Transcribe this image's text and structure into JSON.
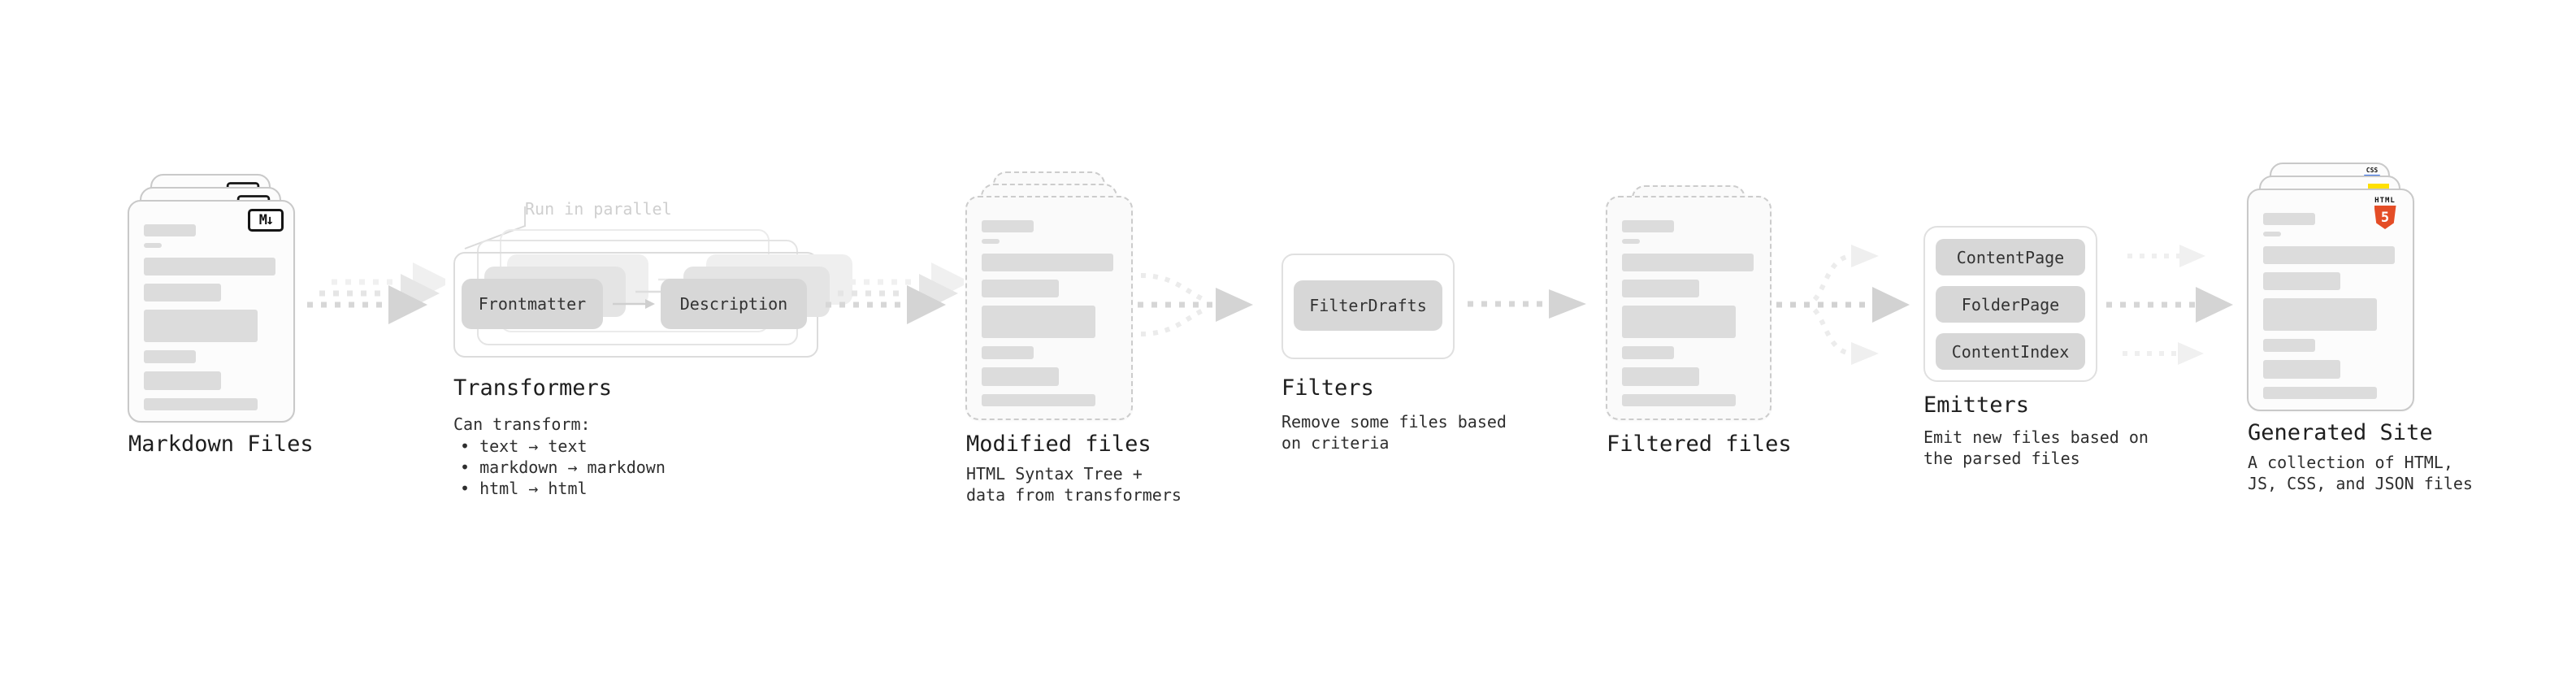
{
  "pipeline": {
    "markdown": {
      "title": "Markdown Files",
      "badge": "M↓"
    },
    "transformers": {
      "callout": "Run in parallel",
      "pill_left": "Frontmatter",
      "pill_right": "Description",
      "title": "Transformers",
      "subtitle": "Can transform:",
      "bullets": [
        "• text → text",
        "• markdown → markdown",
        "• html → html"
      ]
    },
    "modified": {
      "title": "Modified files",
      "description": "HTML Syntax Tree +\ndata from transformers"
    },
    "filters": {
      "pill": "FilterDrafts",
      "title": "Filters",
      "description": "Remove some files based\non criteria"
    },
    "filtered": {
      "title": "Filtered files"
    },
    "emitters": {
      "pills": [
        "ContentPage",
        "FolderPage",
        "ContentIndex"
      ],
      "title": "Emitters",
      "description": "Emit new files based on\nthe parsed files"
    },
    "generated": {
      "title": "Generated Site",
      "description": "A collection of HTML,\nJS, CSS, and JSON files",
      "badges": {
        "html_label": "HTML",
        "html_number": "5",
        "css_label": "CSS"
      }
    }
  },
  "icons": {
    "markdown_icon": "M↓ rounded box",
    "html5_icon": "orange HTML5 shield",
    "js_icon": "yellow square",
    "css_icon": "CSS with blue bar"
  },
  "colors": {
    "html5_orange": "#E44D26",
    "js_yellow": "#FFE000",
    "css_blue": "#2E6BE6",
    "ink": "#1E1E1E",
    "pill_gray": "#D7D7D7",
    "bar_gray": "#DCDCDC",
    "arrow_gray": "#D5D5D5",
    "callout_gray": "#CFCFCF"
  }
}
